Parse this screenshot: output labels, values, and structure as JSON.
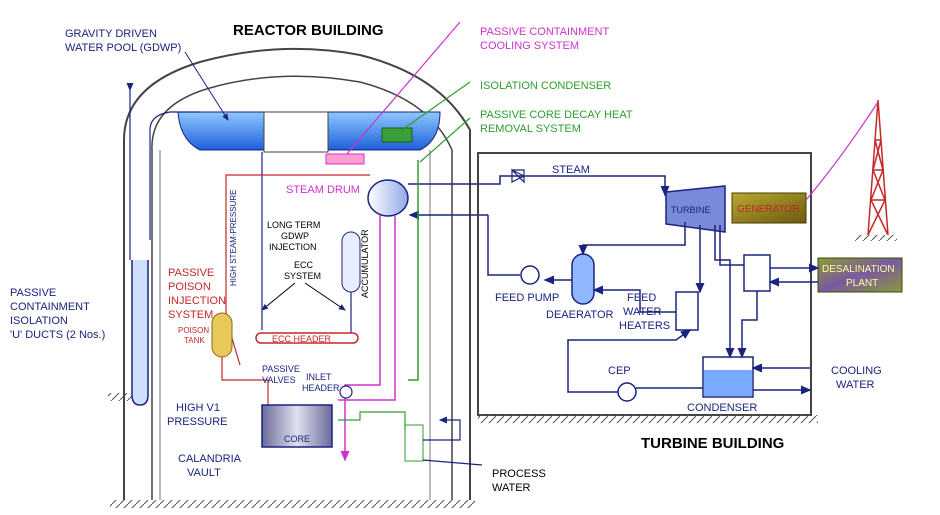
{
  "titles": {
    "reactor_building": "REACTOR BUILDING",
    "turbine_building": "TURBINE BUILDING"
  },
  "labels": {
    "gdwp_1": "GRAVITY DRIVEN",
    "gdwp_2": "WATER POOL (GDWP)",
    "pcc_1": "PASSIVE CONTAINMENT",
    "pcc_2": "COOLING SYSTEM",
    "isolation_condenser": "ISOLATION CONDENSER",
    "pcdhr_1": "PASSIVE CORE DECAY HEAT",
    "pcdhr_2": "REMOVAL SYSTEM",
    "steam": "STEAM",
    "steam_drum": "STEAM DRUM",
    "turbine": "TURBINE",
    "generator": "GENERATOR",
    "desal_1": "DESALINATION",
    "desal_2": "PLANT",
    "high_steam_pressure": "HIGH STEAM-PRESSURE",
    "lt_1": "LONG TERM",
    "lt_2": "GDWP",
    "lt_3": "INJECTION",
    "ecc_1": "ECC",
    "ecc_2": "SYSTEM",
    "accumulator": "ACCUMULATOR",
    "ecc_header": "ECC HEADER",
    "ppis_1": "PASSIVE",
    "ppis_2": "POISON",
    "ppis_3": "INJECTION",
    "ppis_4": "SYSTEM",
    "poison_tank_1": "POISON",
    "poison_tank_2": "TANK",
    "passive_valves_1": "PASSIVE",
    "passive_valves_2": "VALVES",
    "inlet_header_1": "INLET",
    "inlet_header_2": "HEADER",
    "high_v1_1": "HIGH V1",
    "high_v1_2": "PRESSURE",
    "core": "CORE",
    "calandria_1": "CALANDRIA",
    "calandria_2": "VAULT",
    "process_water_1": "PROCESS",
    "process_water_2": "WATER",
    "pcid_1": "PASSIVE",
    "pcid_2": "CONTAINMENT",
    "pcid_3": "ISOLATION",
    "pcid_4": "'U' DUCTS (2 Nos.)",
    "feed_pump": "FEED PUMP",
    "deaerator": "DEAERATOR",
    "fwh_1": "FEED",
    "fwh_2": "WATER",
    "fwh_3": "HEATERS",
    "cep": "CEP",
    "condenser": "CONDENSER",
    "cooling_1": "COOLING",
    "cooling_2": "WATER"
  },
  "colors": {
    "navy": "#1a237e",
    "red": "#c62828",
    "magenta": "#cc33cc",
    "green": "#2e9e2e",
    "pool_blue": "#2e6fe0",
    "generator_bg": "#8a7a1e",
    "desal_bg": "#7a8a2e"
  }
}
